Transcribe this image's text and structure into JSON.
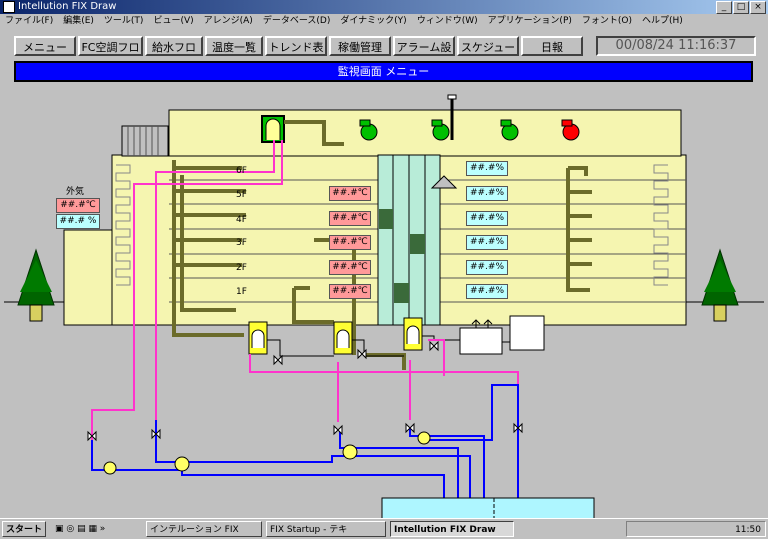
{
  "window": {
    "title": "Intellution FIX Draw",
    "buttons": [
      "_",
      "□",
      "×"
    ]
  },
  "menu": [
    "ファイル(F)",
    "編集(E)",
    "ツール(T)",
    "ビュー(V)",
    "アレンジ(A)",
    "データベース(D)",
    "ダイナミック(Y)",
    "ウィンドウ(W)",
    "アプリケーション(P)",
    "フォント(O)",
    "ヘルプ(H)"
  ],
  "nav": {
    "buttons": [
      "メニュー",
      "FC空調フロー",
      "給水フロー",
      "温度一覧",
      "トレンド表示",
      "稼働管理",
      "アラーム設定",
      "スケジュール",
      "日報"
    ],
    "clock": "00/08/24 11:16:37"
  },
  "banner": "監視画面 メニュー",
  "outdoor": {
    "label": "外気",
    "temp": "##.#℃",
    "humidity": "##.# %"
  },
  "floors": [
    {
      "label": "6F",
      "temp": "",
      "humidity": "##.#%"
    },
    {
      "label": "5F",
      "temp": "##.#℃",
      "humidity": "##.#%"
    },
    {
      "label": "4F",
      "temp": "##.#℃",
      "humidity": "##.#%"
    },
    {
      "label": "3F",
      "temp": "##.#℃",
      "humidity": "##.#%"
    },
    {
      "label": "2F",
      "temp": "##.#℃",
      "humidity": "##.#%"
    },
    {
      "label": "1F",
      "temp": "##.#℃",
      "humidity": "##.#%"
    }
  ],
  "colors": {
    "building": "#f5f5b0",
    "fan_ok": "#00c000",
    "fan_alarm": "#ff0000",
    "hot_pipe": "#ff33cc",
    "cold_pipe": "#0000ff",
    "duct": "#6b6b2a",
    "tank": "#aef6ff",
    "banner": "#0000ff"
  },
  "taskbar": {
    "start": "スタート",
    "items": [
      "インテルーション FIX",
      "FIX Startup - テキ",
      "Intellution FIX Draw"
    ],
    "time": "11:50"
  }
}
